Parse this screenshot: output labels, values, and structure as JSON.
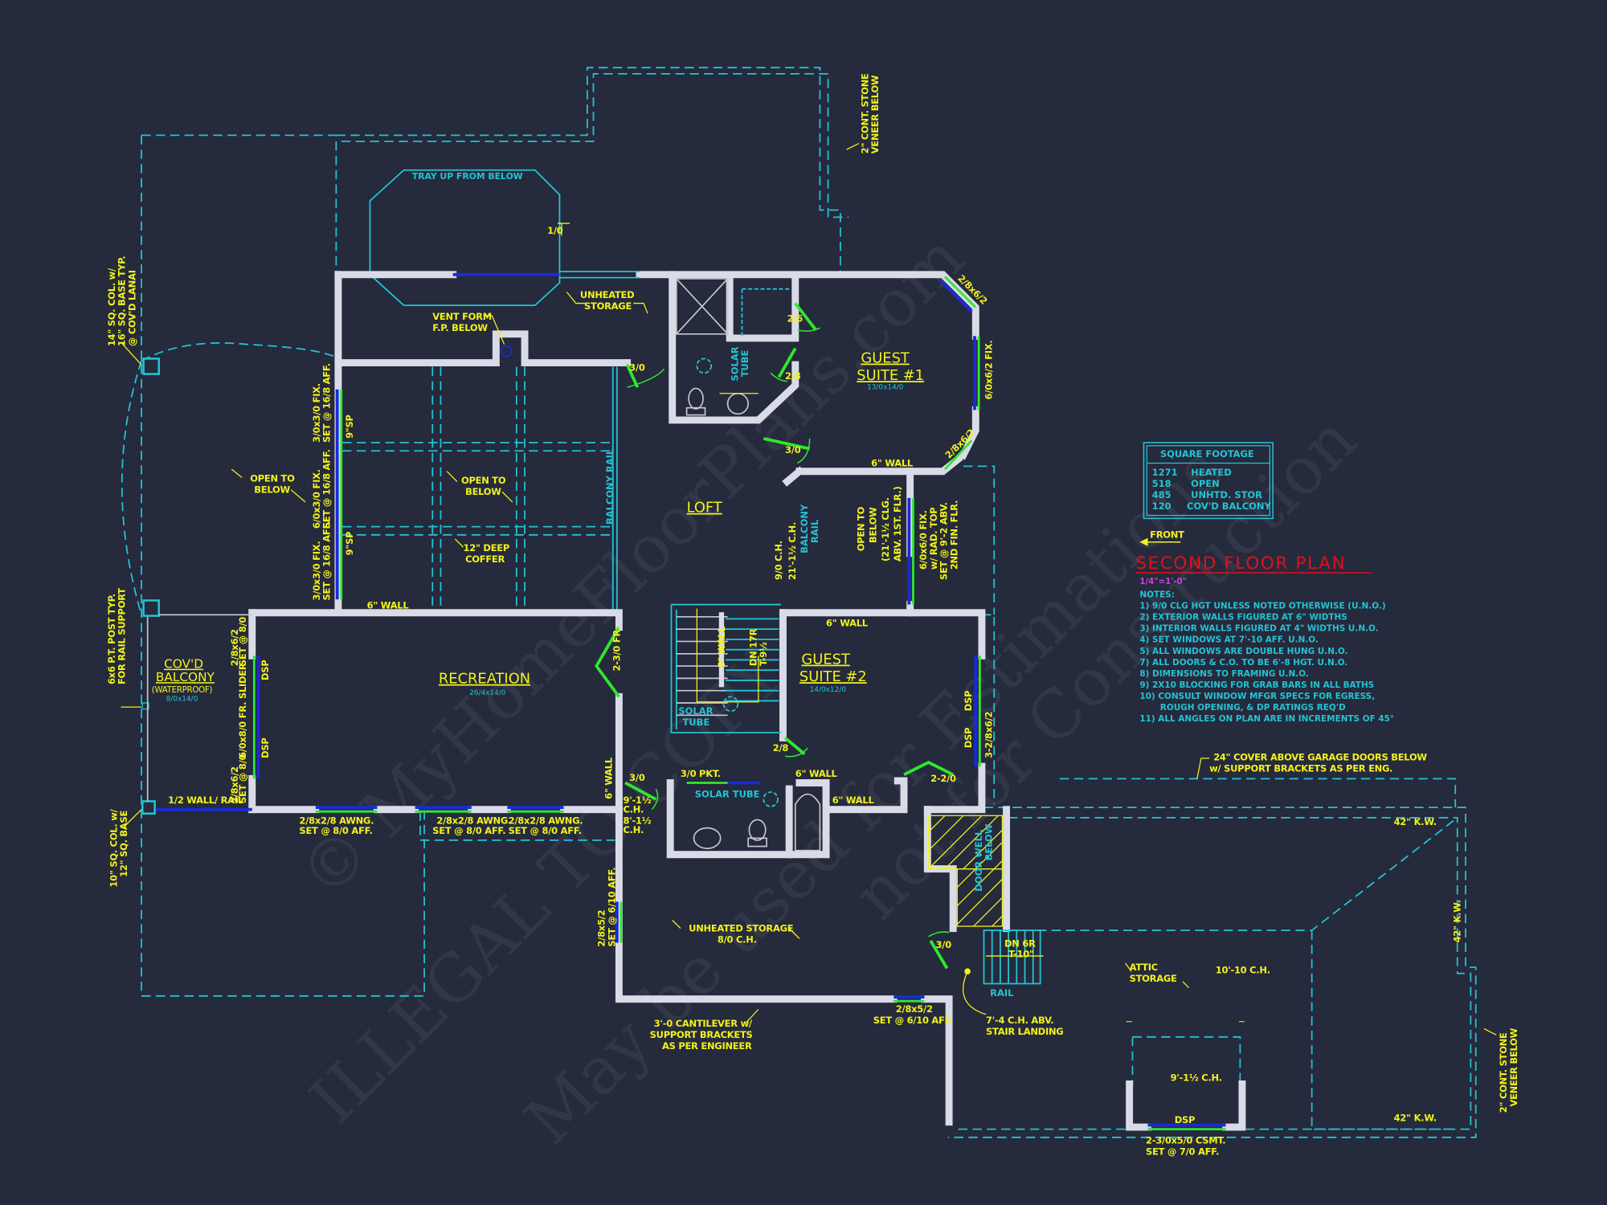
{
  "drawing": {
    "title": "SECOND FLOOR PLAN",
    "scale": "1/4\"=1'-0\"",
    "front_label": "FRONT",
    "background_color": "#252a3c",
    "colors": {
      "walls": "#d9dbe6",
      "annotations": "#f2f21c",
      "dimensions_cyan": "#22c4d4",
      "windows_green": "#2ee82e",
      "window_glazing_blue": "#1a2ad8",
      "title_red": "#e0101c",
      "scale_magenta": "#d83be0"
    }
  },
  "square_footage": {
    "title": "SQUARE FOOTAGE",
    "rows": [
      {
        "value": "1271",
        "label": "HEATED"
      },
      {
        "value": "518",
        "label": "OPEN"
      },
      {
        "value": "485",
        "label": "UNHTD. STOR"
      },
      {
        "value": "120",
        "label": "COV'D BALCONY"
      }
    ]
  },
  "notes": {
    "heading": "NOTES:",
    "items": [
      "1)  9/0 CLG HGT UNLESS NOTED OTHERWISE (U.N.O.)",
      "2)  EXTERIOR WALLS FIGURED AT 6\" WIDTHS",
      "3)  INTERIOR WALLS FIGURED AT 4\" WIDTHS U.N.O.",
      "4)  SET WINDOWS AT 7'-10 AFF. U.N.O.",
      "5)  ALL WINDOWS ARE DOUBLE HUNG U.N.O.",
      "7)  ALL DOORS & C.O. TO BE 6'-8 HGT. U.N.O.",
      "8)  DIMENSIONS TO FRAMING U.N.O.",
      "9)  2X10 BLOCKING FOR GRAB BARS IN ALL BATHS",
      "10)  CONSULT WINDOW MFGR SPECS FOR EGRESS,",
      "       ROUGH OPENING, & DP RATINGS REQ'D",
      "11)  ALL ANGLES ON PLAN ARE IN INCREMENTS OF 45°"
    ]
  },
  "rooms": {
    "guest_suite_1": {
      "name_1": "GUEST",
      "name_2": "SUITE #1",
      "size": "13/0x14/0"
    },
    "guest_suite_2": {
      "name_1": "GUEST",
      "name_2": "SUITE #2",
      "size": "14/0x12/0"
    },
    "loft": {
      "name": "LOFT"
    },
    "recreation": {
      "name": "RECREATION",
      "size": "26/4x14/0"
    },
    "covd_balcony": {
      "name_1": "COV'D",
      "name_2": "BALCONY",
      "sub": "(WATERPROOF)",
      "size": "8/0x14/0"
    }
  },
  "labels": {
    "tray_up": "TRAY UP FROM BELOW",
    "tray_drop": "1/0",
    "unheated_storage_top_1": "UNHEATED",
    "unheated_storage_top_2": "STORAGE",
    "vent_form_1": "VENT FORM",
    "vent_form_2": "F.P. BELOW",
    "stone_veneer_top_1": "2\" CONT. STONE",
    "stone_veneer_top_2": "VENEER BELOW",
    "col_lanai_1": "14\" SQ. COL. w/",
    "col_lanai_2": "16\" SQ. BASE TYP.",
    "col_lanai_3": "@ COV'D LANAI",
    "open_below_left_1": "OPEN TO",
    "open_below_left_2": "BELOW",
    "open_below_mid_1": "OPEN TO",
    "open_below_mid_2": "BELOW",
    "coffer_1": "12\" DEEP",
    "coffer_2": "COFFER",
    "balcony_rail": "BALCONY RAIL",
    "six_wall_a": "6\" WALL",
    "six_wall_b": "6\" WALL",
    "six_wall_c": "6\" WALL",
    "six_wall_d": "6\" WALL",
    "six_wall_e": "6\" WALL",
    "six_wall_f": "6\" WALL",
    "six_wall_stair": "6\" WALL",
    "win_left_1a": "3/0x3/0 FIX.",
    "win_left_1b": "SET @ 16/8 AFF.",
    "win_left_2a": "6/0x3/0 FIX.",
    "win_left_2b": "SET @ 16/8 AFF.",
    "win_left_3a": "3/0x3/0 FIX.",
    "win_left_3b": "SET @ 16/8 AFF.",
    "nine_sp_1": "9\"SP",
    "nine_sp_2": "9\"SP",
    "door_3_0_a": "3/0",
    "door_2_6": "2/6",
    "door_2_8_a": "2/8",
    "door_3_0_b": "3/0",
    "solar_tube_1a": "SOLAR",
    "solar_tube_1b": "TUBE",
    "win_gs1_a": "2/8x6/2",
    "win_gs1_b": "6/0x6/2 FIX.",
    "win_gs1_c": "2/8x6/2",
    "nine_ch": "9/0 C.H.",
    "ch_21": "21'-1½ C.H.",
    "balcony_rail_2a": "BALCONY",
    "balcony_rail_2b": "RAIL",
    "open_below_right_1": "OPEN TO",
    "open_below_right_2": "BELOW",
    "open_below_right_3": "(21'-1½ CLG.",
    "open_below_right_4": "ABV. 1ST. FLR.)",
    "win_open_a": "6/0x6/0 FIX.",
    "win_open_b": "w/ RAD. TOP",
    "win_open_c": "SET @ 9'-2 ABV.",
    "win_open_d": "2ND FIN. FLR.",
    "stair_dn_1": "DN 17R",
    "stair_dn_2": "T-9½",
    "solar_tube_2a": "SOLAR",
    "solar_tube_2b": "TUBE",
    "fr_2_3_0": "2-3/0 FR.",
    "dsp_gs2_a": "DSP",
    "dsp_gs2_b": "DSP",
    "win_gs2": "3-2/8x6/2",
    "door_2_8_b": "2/8",
    "door_2_2_0": "2-2/0",
    "door_3_0_c": "3/0",
    "door_3_0_pkt": "3/0 PKT.",
    "solar_tube_3": "SOLAR TUBE",
    "ch_9": "9'-1½",
    "ch_9b": "C.H.",
    "ch_8": "8'-1½",
    "ch_8b": "C.H.",
    "slider_1a": "2/8x6/2",
    "slider_1b": "SET @ 8/0",
    "slider_2": "6/0x8/0 FR. SLIDER",
    "slider_3a": "2/8x6/2",
    "slider_3b": "SET @ 8/0",
    "dsp_a": "DSP",
    "dsp_b": "DSP",
    "half_wall": "1/2 WALL/ RAIL",
    "post_1": "6x6 P.T. POST TYP.",
    "post_2": "FOR RAIL SUPPORT",
    "col_base_1": "10\" SQ. COL. w/",
    "col_base_2": "12\" SQ. BASE",
    "awn_1a": "2/8x2/8 AWNG.",
    "awn_1b": "SET @ 8/0 AFF.",
    "awn_2a": "2/8x2/8 AWNG.",
    "awn_2b": "SET @ 8/0 AFF.",
    "awn_3a": "2/8x2/8 AWNG.",
    "awn_3b": "SET @ 8/0 AFF.",
    "door_well_1": "DOOR WELL",
    "door_well_2": "BELOW",
    "unheated_storage_low_1": "UNHEATED STORAGE",
    "unheated_storage_low_2": "8/0 C.H.",
    "win_store_a": "2/8x5/2",
    "win_store_b": "SET @ 6/10 AFF.",
    "win_store_c": "2/8x5/2",
    "win_store_d": "SET @ 6/10 AFF.",
    "cantilever_1": "3'-0 CANTILEVER w/",
    "cantilever_2": "SUPPORT BRACKETS",
    "cantilever_3": "AS PER ENGINEER",
    "door_3_0_d": "3/0",
    "stair_dn6_1": "DN 6R",
    "stair_dn6_2": "T-10\"",
    "rail": "RAIL",
    "landing_1": "7'-4 C.H. ABV.",
    "landing_2": "STAIR LANDING",
    "cover_1": "24\" COVER ABOVE GARAGE DOORS BELOW",
    "cover_2": "w/ SUPPORT BRACKETS AS PER ENG.",
    "kw_1": "42\" K.W.",
    "kw_2": "42\" K.W.",
    "kw_3": "42\" K.W.",
    "attic_1": "ATTIC",
    "attic_2": "STORAGE",
    "ch_10": "10'-10 C.H.",
    "ch_9_dormer": "9'-1½ C.H.",
    "dsp_dormer": "DSP",
    "csmt_1": "2-3/0x5/0 CSMT.",
    "csmt_2": "SET @ 7/0 AFF.",
    "stone_veneer_bot_1": "2\" CONT. STONE",
    "stone_veneer_bot_2": "VENEER BELOW"
  },
  "watermark": {
    "line_1": "© MyHomeFloorPlans.com",
    "line_2": "ILLEGAL TO COPY",
    "line_3": "May be used for Estimations",
    "line_4": "not for Construction"
  }
}
